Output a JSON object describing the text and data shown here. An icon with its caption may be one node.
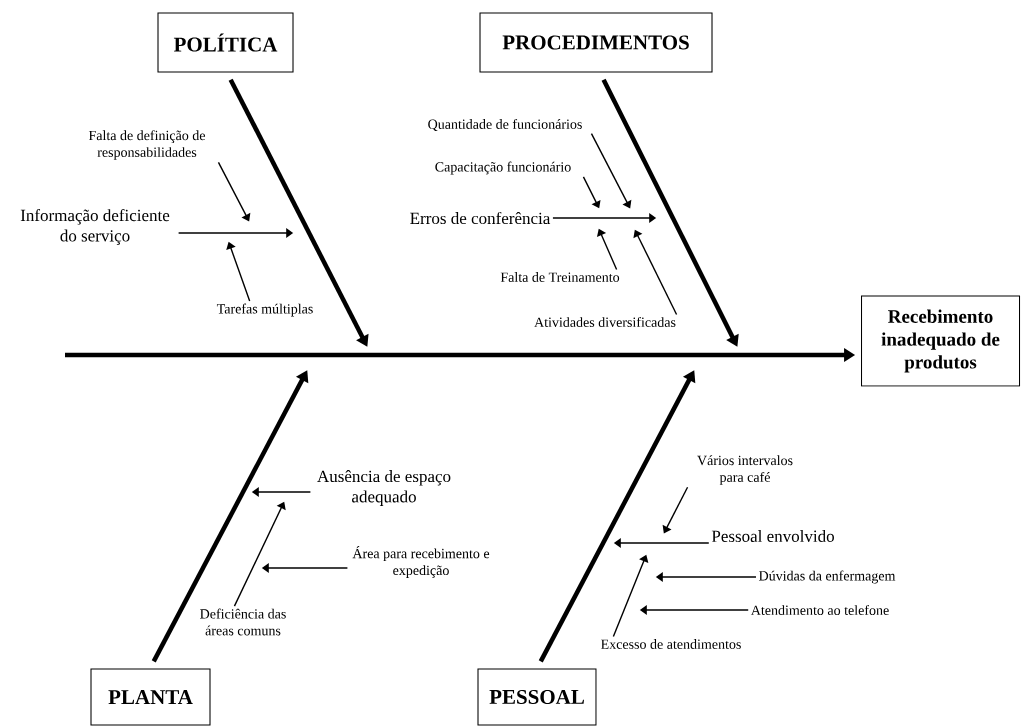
{
  "diagram": {
    "nodes": [
      {
        "text": [
          "POLÍTICA"
        ]
      },
      {
        "text": [
          "PROCEDIMENTOS"
        ]
      },
      {
        "text": [
          "Falta de definição de responsabilidades"
        ]
      },
      {
        "text": [
          "Informação deficiente do serviço"
        ]
      },
      {
        "text": [
          "Tarefas múltiplas"
        ]
      },
      {
        "text": [
          "Quantidade de funcionários"
        ]
      },
      {
        "text": [
          "Capacitação funcionário"
        ]
      },
      {
        "text": [
          "Erros de conferência"
        ]
      },
      {
        "text": [
          "Falta de Treinamento"
        ]
      },
      {
        "text": [
          "Atividades diversificadas"
        ]
      },
      {
        "text": [
          "Recebimento inadequado de produtos"
        ]
      },
      {
        "text": [
          "Ausência de espaço adequado"
        ]
      },
      {
        "text": [
          "Área para recebimento e expedição"
        ]
      },
      {
        "text": [
          "Deficiência das áreas comuns"
        ]
      },
      {
        "text": [
          "Vários intervalos para café"
        ]
      },
      {
        "text": [
          "Pessoal envolvido"
        ]
      },
      {
        "text": [
          "Dúvidas da enfermagem"
        ]
      },
      {
        "text": [
          "Atendimento ao telefone"
        ]
      },
      {
        "text": [
          "Excesso de atendimentos"
        ]
      },
      {
        "text": [
          "PLANTA"
        ]
      },
      {
        "text": [
          "PESSOAL"
        ]
      }
    ],
    "edges": [
      {
        "from": null,
        "to": 10,
        "arrow": "to",
        "style": "thick"
      },
      {
        "from": 0,
        "to": null,
        "arrow": "to",
        "style": "thick"
      },
      {
        "from": 1,
        "to": null,
        "arrow": "to",
        "style": "thick"
      },
      {
        "from": 19,
        "to": null,
        "arrow": "to",
        "style": "thick"
      },
      {
        "from": 20,
        "to": null,
        "arrow": "to",
        "style": "thick"
      },
      {
        "from": 2,
        "to": null,
        "arrow": "to"
      },
      {
        "from": 3,
        "to": null,
        "arrow": "to"
      },
      {
        "from": 4,
        "to": null,
        "arrow": "to"
      },
      {
        "from": 5,
        "to": null,
        "arrow": "to"
      },
      {
        "from": 6,
        "to": null,
        "arrow": "to"
      },
      {
        "from": 7,
        "to": null,
        "arrow": "to"
      },
      {
        "from": 8,
        "to": null,
        "arrow": "to"
      },
      {
        "from": 9,
        "to": null,
        "arrow": "to"
      },
      {
        "from": 11,
        "to": null,
        "arrow": "to"
      },
      {
        "from": 12,
        "to": null,
        "arrow": "to"
      },
      {
        "from": 13,
        "to": null,
        "arrow": "to"
      },
      {
        "from": 14,
        "to": null,
        "arrow": "to"
      },
      {
        "from": 15,
        "to": null,
        "arrow": "to"
      },
      {
        "from": 16,
        "to": null,
        "arrow": "to"
      },
      {
        "from": 17,
        "to": null,
        "arrow": "to"
      },
      {
        "from": 18,
        "to": null,
        "arrow": "to"
      }
    ]
  }
}
